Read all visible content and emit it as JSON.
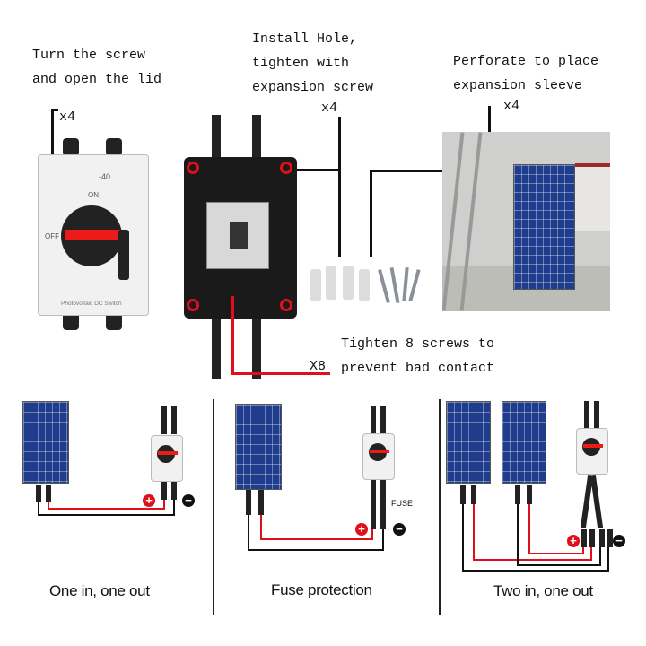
{
  "steps": {
    "step1": {
      "text": "Turn the screw\nand open the lid",
      "count": "x4"
    },
    "step2": {
      "text": "Install Hole,\ntighten with\nexpansion screw",
      "count": "x4"
    },
    "step3": {
      "text": "Perforate to place\nexpansion sleeve",
      "count": "x4"
    },
    "step4": {
      "text": "Tighten 8 screws to\nprevent bad contact",
      "count": "X8"
    }
  },
  "switch": {
    "rating": "-40",
    "on": "ON",
    "off": "OFF",
    "name": "Photovoltaic DC Switch"
  },
  "diagrams": [
    {
      "caption": "One in, one out"
    },
    {
      "caption": "Fuse protection",
      "fuse_label": "FUSE"
    },
    {
      "caption": "Two in, one out"
    }
  ],
  "symbols": {
    "plus": "+",
    "minus": "−"
  },
  "colors": {
    "wire_red": "#e0101a",
    "panel_blue": "#1f3d8c",
    "enclosure": "#1a1a1a"
  }
}
